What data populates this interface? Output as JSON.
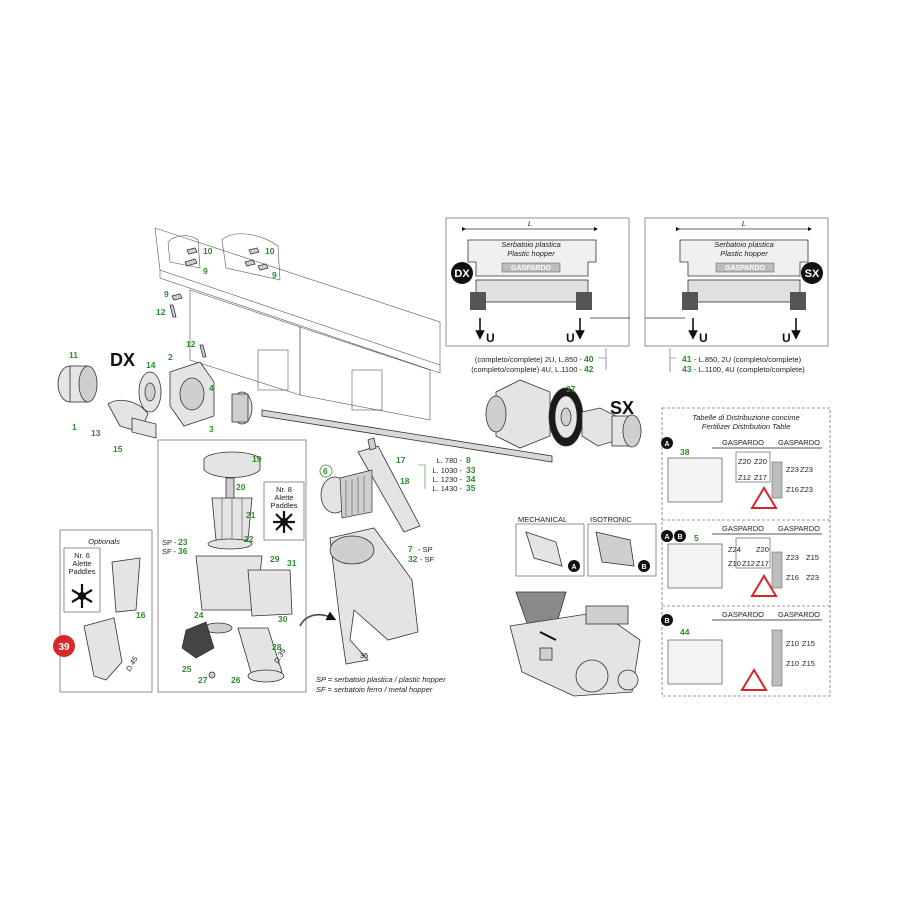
{
  "callouts": {
    "n1": "1",
    "n2": "2",
    "n3": "3",
    "n4": "4",
    "n5": "5",
    "n6": "6",
    "n7": "7",
    "n8": "8",
    "n9a": "9",
    "n9b": "9",
    "n9c": "9",
    "n10a": "10",
    "n10b": "10",
    "n11": "11",
    "n12a": "12",
    "n12b": "12",
    "n13": "13",
    "n14": "14",
    "n15": "15",
    "n16": "16",
    "n17": "17",
    "n18": "18",
    "n19": "19",
    "n20": "20",
    "n21": "21",
    "n22": "22",
    "n23": "23",
    "n24": "24",
    "n25": "25",
    "n26": "26",
    "n27": "27",
    "n28": "28",
    "n29": "29",
    "n30": "30",
    "n31": "31",
    "n32": "32",
    "n33": "33",
    "n34": "34",
    "n35": "35",
    "n36": "36",
    "n37": "37",
    "n38": "38",
    "n40": "40",
    "n41": "41",
    "n42": "42",
    "n43": "43",
    "n44": "44"
  },
  "labels": {
    "dx": "DX",
    "sx": "SX",
    "dx_badge": "DX",
    "sx_badge": "SX",
    "L_left": "L",
    "L_right": "L",
    "hopper_it_left": "Serbatoio plastica",
    "hopper_en_left": "Plastic hopper",
    "brand_left": "GASPARDO",
    "hopper_it_right": "Serbatoio plastica",
    "hopper_en_right": "Plastic hopper",
    "brand_right": "GASPARDO",
    "u1": "U",
    "u2": "U",
    "u3": "U",
    "u4": "U",
    "row40": "(completo/complete) 2U, L.850 -",
    "row42": "(completo/complete) 4U, L.1100 -",
    "row41": "- L.850, 2U (completo/complete)",
    "row43": "- L.1100, 4U (completo/complete)",
    "shaft780": "L. 780 -",
    "shaft1030": "L. 1030 -",
    "shaft1230": "L. 1230 -",
    "shaft1430": "L. 1430 -",
    "sp23": "SP -",
    "sf36": "SF -",
    "sp7": "- SP",
    "sf32": "- SF",
    "paddles8_a": "Nr. 8",
    "paddles8_b": "Alette",
    "paddles8_c": "Paddles",
    "optionals": "Optionals",
    "paddles6_a": "Nr. 6",
    "paddles6_b": "Alette",
    "paddles6_c": "Paddles",
    "d45": "D.45",
    "d35": "D.35",
    "dim35": "35",
    "legend_sp": "SP = serbatoio plastica / plastic hopper",
    "legend_sf": "SF = serbatoio ferro / metal hopper",
    "mechanical": "MECHANICAL",
    "isotronic": "ISOTRONIC",
    "mark_a1": "A",
    "mark_b1": "B",
    "table_it": "Tabelle di Distribuzione concime",
    "table_en": "Fertilizer Distribution Table",
    "gasp1": "GASPARDO",
    "gasp2": "GASPARDO",
    "gasp3": "GASPARDO",
    "gasp4": "GASPARDO",
    "gasp5": "GASPARDO",
    "gasp6": "GASPARDO",
    "sec_a": "A",
    "sec_ab_a": "A",
    "sec_ab_b": "B",
    "sec_b": "B",
    "z_a1": "Z20",
    "z_a2": "Z20",
    "z_a3": "Z12",
    "z_a4": "Z17",
    "z_a5": "Z23",
    "z_a6": "Z23",
    "z_a7": "Z16",
    "z_a8": "Z23",
    "z_b1": "Z24",
    "z_b2": "Z20",
    "z_b3": "Z10",
    "z_b4": "Z12",
    "z_b5": "Z17",
    "z_b6": "Z23",
    "z_b7": "Z15",
    "z_b8": "Z16",
    "z_b9": "Z23",
    "z_c1": "Z10",
    "z_c2": "Z15",
    "z_c3": "Z10",
    "z_c4": "Z15",
    "badge39": "39"
  }
}
